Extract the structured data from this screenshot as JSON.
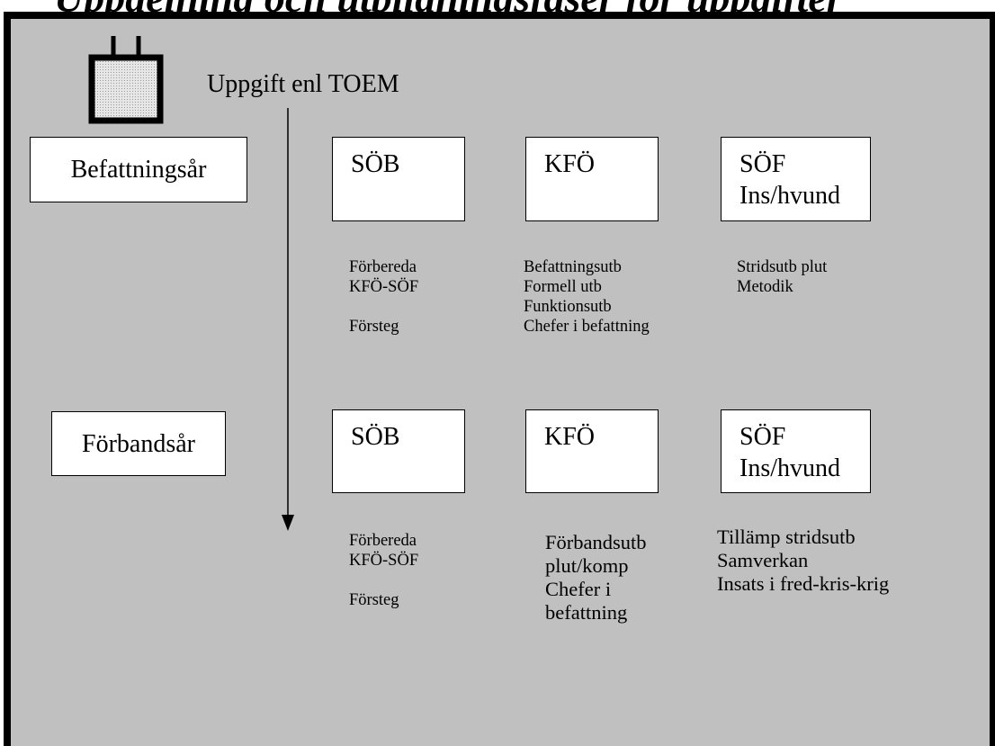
{
  "title": "Uppdelning och utbildningsfaser för uppgifter",
  "uppgift_label": "Uppgift enl TOEM",
  "rows": [
    {
      "label": "Befattningsår",
      "boxes": [
        {
          "lines": [
            "SÖB"
          ]
        },
        {
          "lines": [
            "KFÖ"
          ]
        },
        {
          "lines": [
            "SÖF",
            "Ins/hvund"
          ]
        }
      ],
      "notes": [
        {
          "lines": [
            "Förbereda",
            "KFÖ-SÖF",
            "",
            "Försteg"
          ]
        },
        {
          "lines": [
            "Befattningsutb",
            "Formell utb",
            "Funktionsutb",
            "Chefer i befattning"
          ]
        },
        {
          "lines": [
            "Stridsutb plut",
            "Metodik"
          ]
        }
      ]
    },
    {
      "label": "Förbandsår",
      "boxes": [
        {
          "lines": [
            "SÖB"
          ]
        },
        {
          "lines": [
            "KFÖ"
          ]
        },
        {
          "lines": [
            "SÖF",
            "Ins/hvund"
          ]
        }
      ],
      "notes": [
        {
          "lines": [
            "Förbereda",
            "KFÖ-SÖF",
            "",
            "Försteg"
          ]
        },
        {
          "lines": [
            "Förbandsutb",
            "plut/komp",
            "Chefer i",
            "befattning"
          ]
        },
        {
          "lines": [
            "Tillämp stridsutb",
            "Samverkan",
            "Insats i  fred-kris-krig"
          ]
        }
      ]
    }
  ],
  "colors": {
    "panel": "#c0c0c0",
    "box": "#ffffff",
    "border": "#000000",
    "plug_fill": "#d8d8d8"
  },
  "icons": {
    "plug": "plug-icon",
    "arrow": "down-arrow-icon"
  }
}
